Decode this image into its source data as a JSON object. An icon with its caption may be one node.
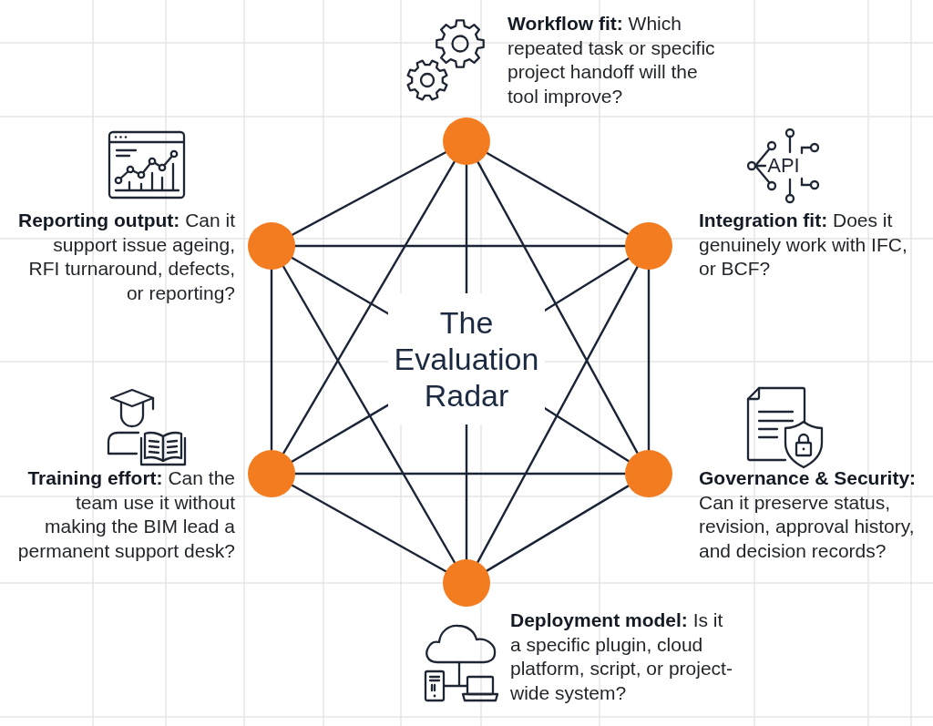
{
  "diagram": {
    "nodes": [
      {
        "text": [
          "The Evaluation Radar"
        ]
      },
      {
        "text": [],
        "shape": "circle",
        "beside": [
          "**Workflow fit:** Which repeated task or specific project handoff will the tool improve?"
        ]
      },
      {
        "text": [],
        "shape": "circle",
        "beside": [
          "**Reporting output:** Can it support issue ageing, RFI turnaround, defects, or reporting?"
        ]
      },
      {
        "text": [],
        "shape": "circle",
        "beside": [
          "**Integration fit:** Does it genuinely work with IFC, or BCF?"
        ]
      },
      {
        "text": [],
        "shape": "circle",
        "beside": [
          "**Training effort:** Can the team use it without making the BIM lead a permanent support desk?"
        ]
      },
      {
        "text": [],
        "shape": "circle",
        "beside": [
          "**Governance & Security:** Can it preserve status, revision, approval history, and decision records?"
        ]
      },
      {
        "text": [],
        "shape": "circle",
        "beside": [
          "**Deployment model:** Is it a specific plugin, cloud platform, script, or project-wide system?"
        ]
      }
    ],
    "edges": [
      {
        "from": 1,
        "to": 3,
        "arrow": "none"
      },
      {
        "from": 1,
        "to": 5,
        "arrow": "none"
      },
      {
        "from": 1,
        "to": 4,
        "arrow": "none"
      },
      {
        "from": 1,
        "to": 2,
        "arrow": "none"
      },
      {
        "from": 2,
        "to": 3,
        "arrow": "none"
      },
      {
        "from": 2,
        "to": 4,
        "arrow": "none"
      },
      {
        "from": 2,
        "to": 6,
        "arrow": "none"
      },
      {
        "from": 3,
        "to": 5,
        "arrow": "none"
      },
      {
        "from": 3,
        "to": 6,
        "arrow": "none"
      },
      {
        "from": 4,
        "to": 5,
        "arrow": "none"
      },
      {
        "from": 4,
        "to": 6,
        "arrow": "none"
      },
      {
        "from": 5,
        "to": 6,
        "arrow": "none"
      },
      {
        "from": 1,
        "to": 0,
        "arrow": "none"
      },
      {
        "from": 2,
        "to": 0,
        "arrow": "none"
      },
      {
        "from": 3,
        "to": 0,
        "arrow": "none"
      },
      {
        "from": 4,
        "to": 0,
        "arrow": "none"
      },
      {
        "from": 5,
        "to": 0,
        "arrow": "none"
      },
      {
        "from": 6,
        "to": 0,
        "arrow": "none"
      }
    ],
    "labels": [
      "API"
    ]
  }
}
